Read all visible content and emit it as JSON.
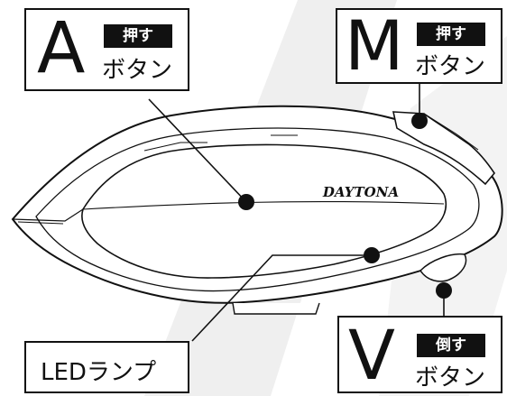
{
  "callouts": {
    "a": {
      "letter": "A",
      "badge": "押す",
      "sub": "ボタン"
    },
    "m": {
      "letter": "M",
      "badge": "押す",
      "sub": "ボタン"
    },
    "v": {
      "letter": "V",
      "badge": "倒す",
      "sub": "ボタン"
    },
    "led": {
      "label": "LEDランプ"
    }
  },
  "device": {
    "brand_logo": "DAYTONA"
  },
  "colors": {
    "ink": "#111111",
    "shade": "#efefef",
    "paper": "#ffffff"
  }
}
